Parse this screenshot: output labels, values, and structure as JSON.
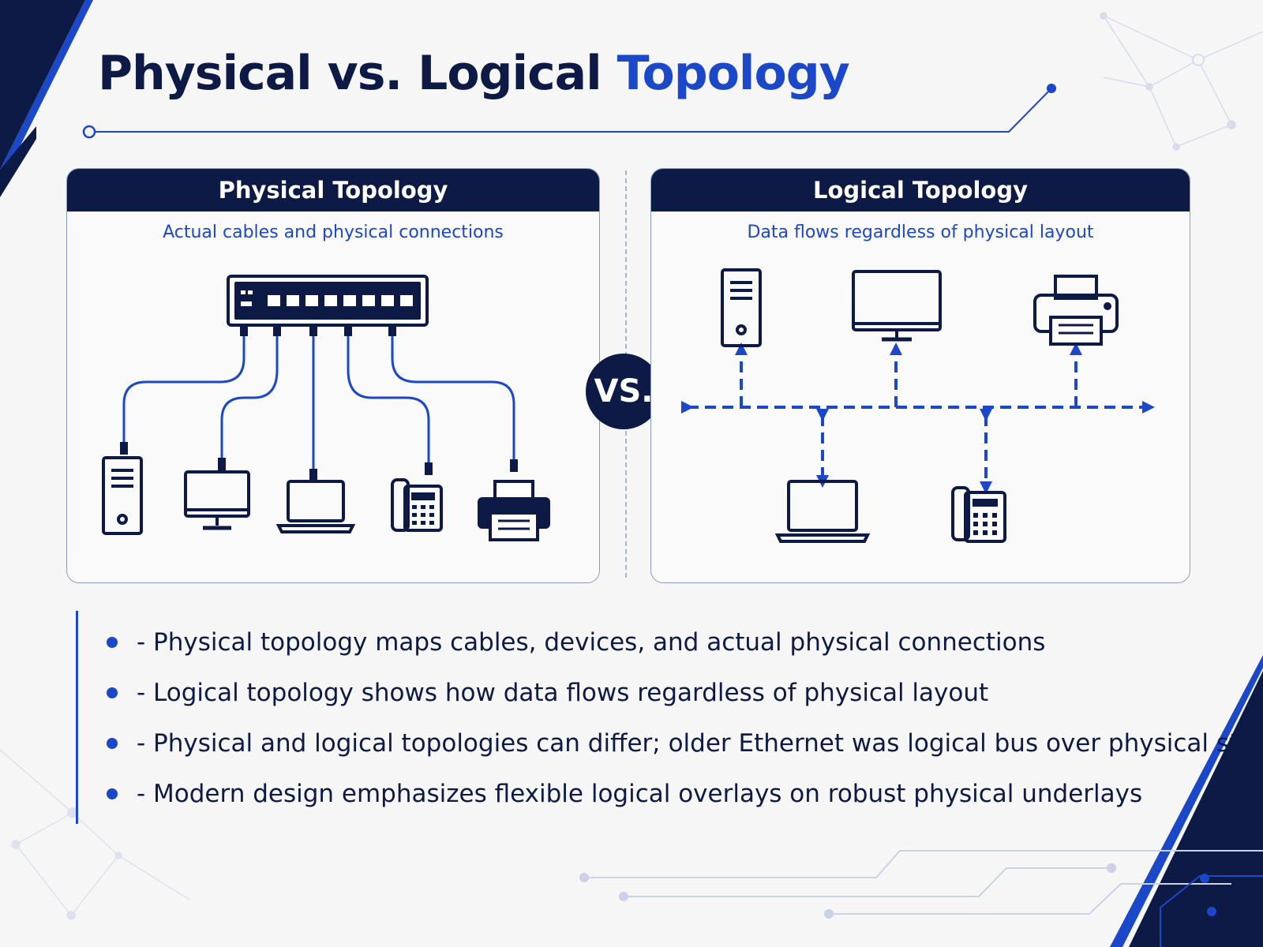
{
  "title": {
    "main": "Physical vs. Logical ",
    "accent": "Topology"
  },
  "physical": {
    "title": "Physical Topology",
    "subtitle": "Actual cables and physical connections"
  },
  "logical": {
    "title": "Logical Topology",
    "subtitle": "Data flows regardless of physical layout"
  },
  "vs_label": "VS.",
  "bullets": [
    "- Physical topology maps cables, devices, and actual physical connections",
    "- Logical topology shows how data flows regardless of physical layout",
    "- Physical and logical topologies can differ; older Ethernet was logical bus over physical star",
    "- Modern design emphasizes flexible logical overlays on robust physical underlays"
  ],
  "colors": {
    "navy": "#0c1a45",
    "blue": "#1b47c9",
    "background": "#f6f6f6"
  },
  "icons": [
    "switch-icon",
    "server-icon",
    "monitor-icon",
    "laptop-icon",
    "phone-icon",
    "printer-icon"
  ]
}
